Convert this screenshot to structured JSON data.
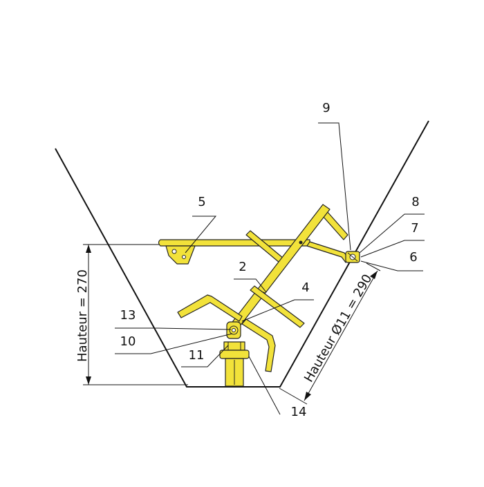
{
  "diagram": {
    "colors": {
      "part_fill": "#f2e23a",
      "outline": "#222222",
      "line": "#111111"
    },
    "callouts": [
      {
        "id": "c1",
        "text": "5"
      },
      {
        "id": "c2",
        "text": "9"
      },
      {
        "id": "c3",
        "text": "8"
      },
      {
        "id": "c4",
        "text": "7"
      },
      {
        "id": "c5",
        "text": "6"
      },
      {
        "id": "c6",
        "text": "2"
      },
      {
        "id": "c7",
        "text": "4"
      },
      {
        "id": "c8",
        "text": "13"
      },
      {
        "id": "c9",
        "text": "10"
      },
      {
        "id": "c10",
        "text": "11"
      },
      {
        "id": "c11",
        "text": "14"
      }
    ],
    "dimensions": {
      "height_label": "Hauteur = 270",
      "slant_label": "Hauteur Ø11 = 290"
    }
  }
}
